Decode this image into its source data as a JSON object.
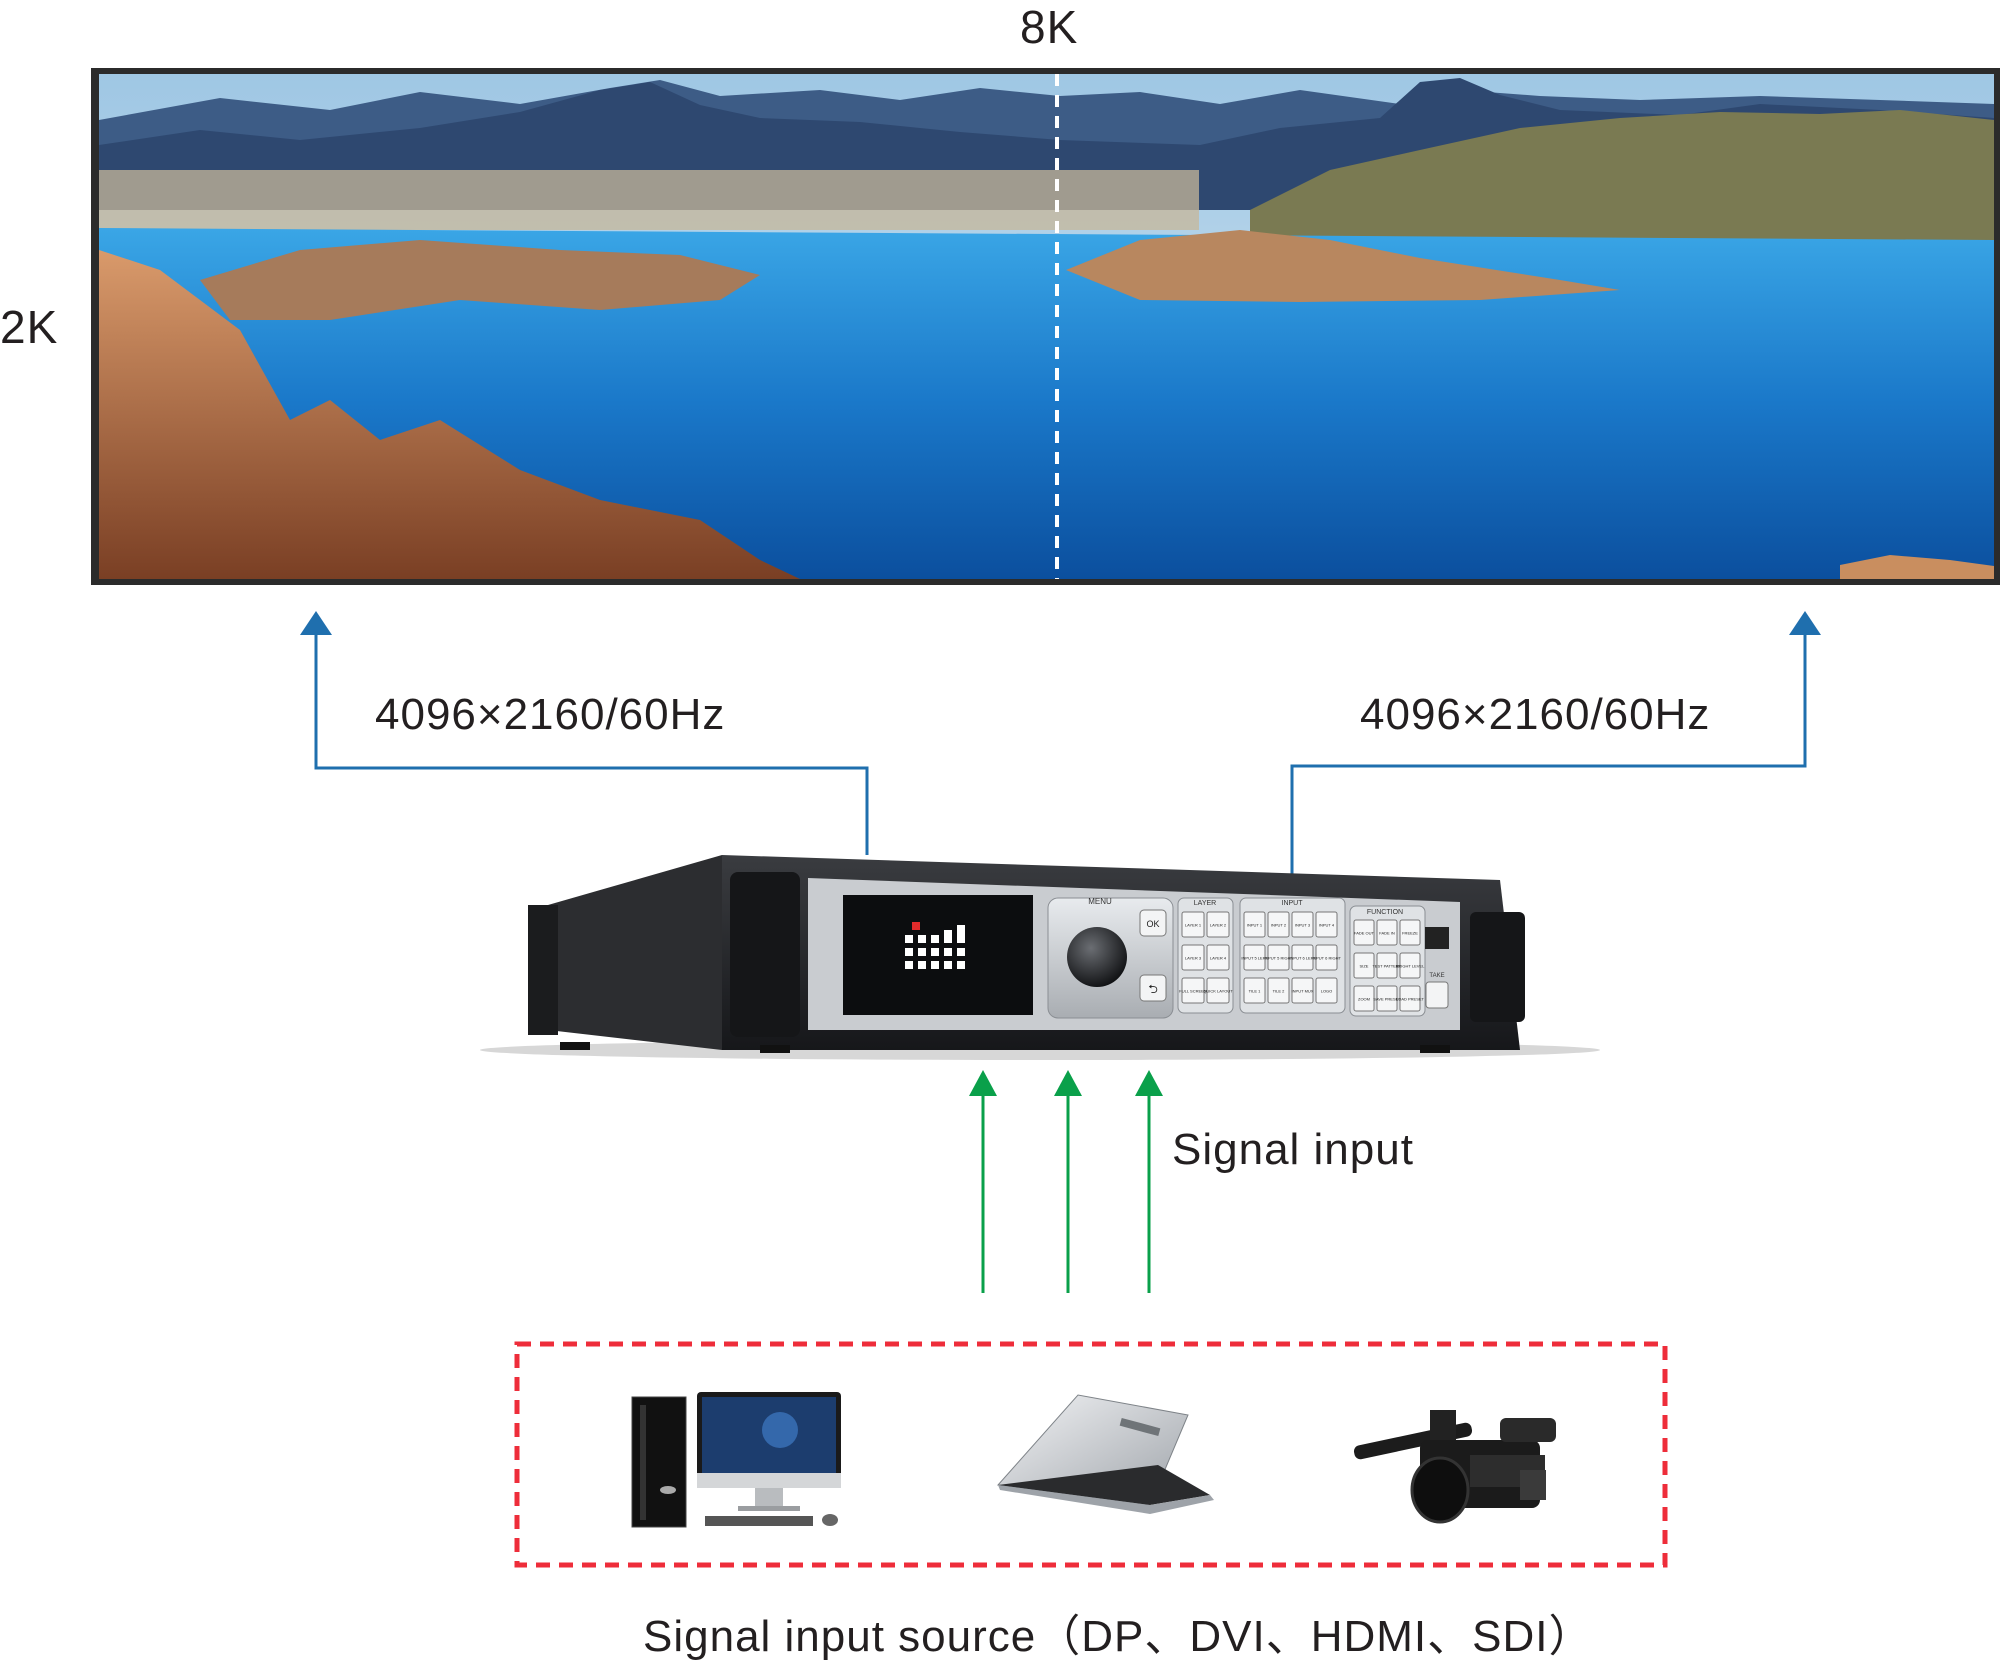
{
  "screen": {
    "width_label": "8K",
    "height_label": "2K"
  },
  "outputs": {
    "left_resolution": "4096×2160/60Hz",
    "right_resolution": "4096×2160/60Hz"
  },
  "processor": {
    "menu_label": "MENU",
    "layer_label": "LAYER",
    "input_label": "INPUT",
    "function_label": "FUNCTION",
    "take_label": "TAKE",
    "ok_label": "OK",
    "layer_buttons": [
      "LAYER 1",
      "LAYER 2",
      "LAYER 3",
      "LAYER 4",
      "FULL SCREEN",
      "QUICK LAYOUT"
    ],
    "input_buttons": [
      "INPUT 1",
      "INPUT 2",
      "INPUT 3",
      "INPUT 4",
      "INPUT 5 LEFT",
      "INPUT 5 RIGHT",
      "INPUT 6 LEFT",
      "INPUT 6 RIGHT",
      "TILE 1",
      "TILE 2",
      "INPUT MUX",
      "LOGO"
    ],
    "function_buttons": [
      "FADE OUT",
      "FADE IN",
      "FREEZE",
      "SIZE",
      "TEST PATTERN",
      "BRIGHT LEVEL",
      "ZOOM",
      "SAVE PRESET",
      "LOAD PRESET"
    ]
  },
  "signal": {
    "input_label": "Signal input",
    "source_caption": "Signal input source（DP、DVI、HDMI、SDI）"
  },
  "colors": {
    "output_arrow": "#1f6fae",
    "input_arrow": "#0aa04a",
    "source_border": "#ee2d3a"
  },
  "icons": [
    "desktop-computer-icon",
    "laptop-icon",
    "video-camera-icon"
  ]
}
